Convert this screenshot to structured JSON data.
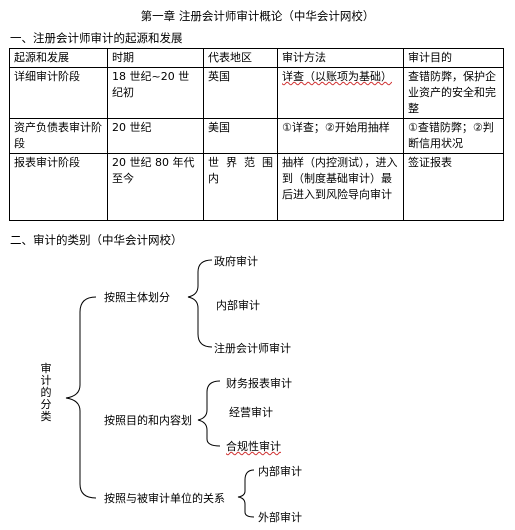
{
  "document": {
    "title": "第一章 注册会计师审计概论（中华会计网校）",
    "section1": "一、注册会计师审计的起源和发展",
    "section2": "二、审计的类别（中华会计网校）"
  },
  "table": {
    "headers": [
      "起源和发展",
      "时期",
      "代表地区",
      "审计方法",
      "审计目的"
    ],
    "rows": [
      [
        "详细审计阶段",
        "18 世纪~20 世纪初",
        "英国",
        "详查（以账项为基础）",
        "查错防弊，保护企业资产的安全和完整"
      ],
      [
        "资产负债表审计阶段",
        "20 世纪",
        "美国",
        "①详查；②开始用抽样",
        "①查错防弊；②判断信用状况"
      ],
      [
        "报表审计阶段",
        "20 世纪 80 年代至今",
        "世 界 范 围 内",
        "抽样（内控测试），进入到（制度基础审计）最后进入到风险导向审计",
        "签证报表"
      ]
    ]
  },
  "tree": {
    "root": "审计的分类",
    "groups": [
      {
        "label": "按照主体划分",
        "items": [
          "政府审计",
          "内部审计",
          "注册会计师审计"
        ]
      },
      {
        "label": "按照目的和内容划",
        "items": [
          "财务报表审计",
          "经营审计",
          "合规性审计"
        ]
      },
      {
        "label": "按照与被审计单位的关系",
        "items": [
          "内部审计",
          "外部审计"
        ]
      }
    ]
  }
}
